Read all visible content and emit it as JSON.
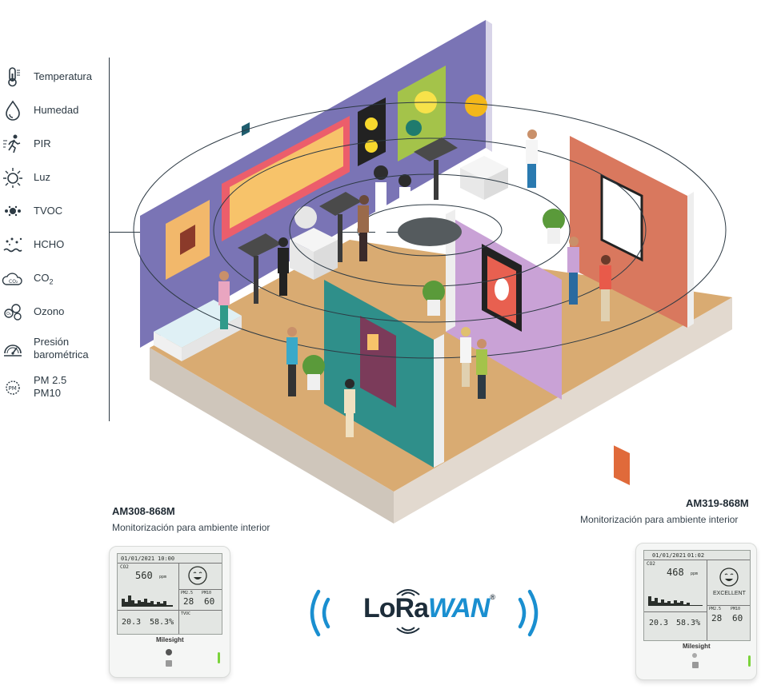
{
  "sensors": [
    {
      "label": "Temperatura",
      "icon": "thermometer-icon"
    },
    {
      "label": "Humedad",
      "icon": "water-drop-icon"
    },
    {
      "label": "PIR",
      "icon": "motion-icon"
    },
    {
      "label": "Luz",
      "icon": "light-icon"
    },
    {
      "label": "TVOC",
      "icon": "tvoc-icon"
    },
    {
      "label": "HCHO",
      "icon": "hcho-icon"
    },
    {
      "label": "CO",
      "sub": "2",
      "icon": "co2-icon"
    },
    {
      "label": "Ozono",
      "icon": "ozone-icon"
    },
    {
      "label": "Presión",
      "label2": "barométrica",
      "icon": "gauge-icon"
    },
    {
      "label": "PM 2.5",
      "label2": "PM10",
      "icon": "pm-icon"
    }
  ],
  "devices": {
    "am308": {
      "name": "AM308-868M",
      "subtitle": "Monitorización para ambiente interior",
      "screen": {
        "date": "01/01/2021",
        "time": "10:00",
        "co2_label": "CO2",
        "co2_value": "560",
        "co2_unit": "ppm",
        "pm25_label": "PM2.5",
        "pm25_value": "28",
        "pm10_label": "PM10",
        "pm10_value": "60",
        "temp_value": "20.3",
        "hum_value": "58.3%",
        "tvoc_label": "TVOC",
        "brand": "Milesight"
      }
    },
    "am319": {
      "name": "AM319-868M",
      "subtitle": "Monitorización para ambiente interior",
      "screen": {
        "date": "01/01/2021",
        "time": "01:02",
        "co2_label": "CO2",
        "co2_value": "468",
        "co2_unit": "ppm",
        "status": "EXCELLENT",
        "pm25_label": "PM2.5",
        "pm25_value": "28",
        "pm10_label": "PM10",
        "pm10_value": "60",
        "temp_value": "20.3",
        "hum_value": "58.3%",
        "brand": "Milesight"
      }
    }
  },
  "lorawan": {
    "part1": "LoRa",
    "part2": "WAN",
    "reg": "®"
  },
  "colors": {
    "accent_blue": "#1a8fd0",
    "dark": "#1d2d3a",
    "wall_purple": "#7a74b5",
    "floor": "#d9ab72",
    "led_green": "#7bd33b"
  }
}
